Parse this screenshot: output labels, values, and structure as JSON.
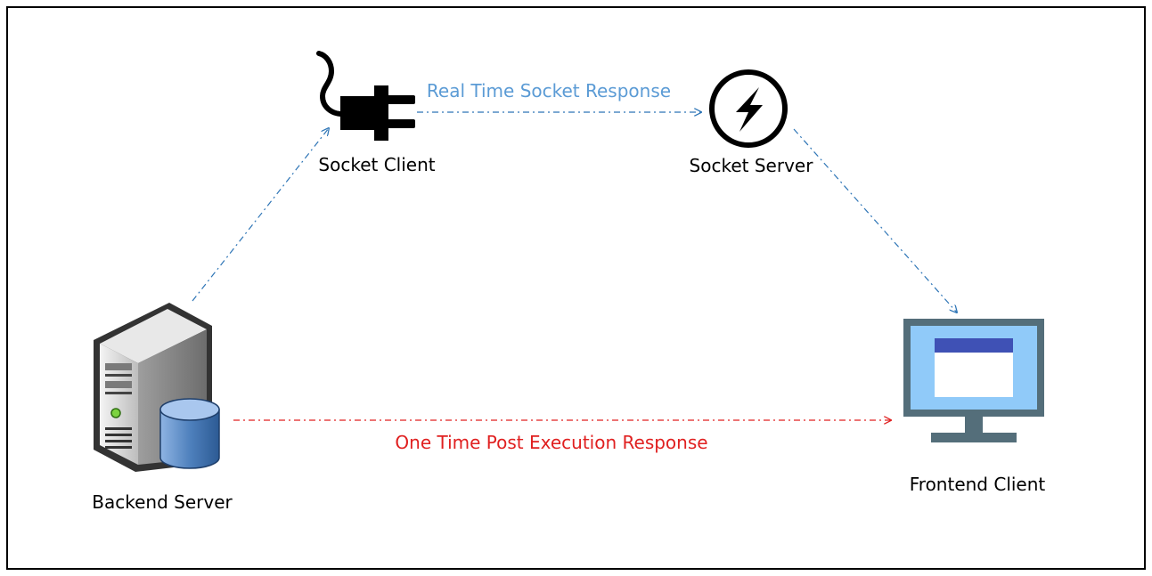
{
  "nodes": {
    "socket_client": {
      "label": "Socket Client",
      "icon": "plug-icon"
    },
    "socket_server": {
      "label": "Socket Server",
      "icon": "socket-io-icon"
    },
    "backend_server": {
      "label": "Backend Server",
      "icon": "server-database-icon"
    },
    "frontend_client": {
      "label": "Frontend Client",
      "icon": "monitor-icon"
    }
  },
  "edges": {
    "backend_to_socket_client": {
      "from": "Backend Server",
      "to": "Socket Client",
      "style": "dash-dot",
      "color": "#2e75b6"
    },
    "socket_client_to_server": {
      "label": "Real Time Socket Response",
      "from": "Socket Client",
      "to": "Socket Server",
      "style": "dash-dot",
      "color": "#2e75b6",
      "label_color": "#5b9bd5"
    },
    "socket_server_to_frontend": {
      "from": "Socket Server",
      "to": "Frontend Client",
      "style": "dash-dot",
      "color": "#2e75b6"
    },
    "backend_to_frontend": {
      "label": "One Time Post Execution Response",
      "from": "Backend Server",
      "to": "Frontend Client",
      "style": "dash-dot",
      "color": "#e02020",
      "label_color": "#e02020"
    }
  },
  "colors": {
    "border": "#000000",
    "blue_edge": "#2e75b6",
    "red_edge": "#e02020",
    "monitor_frame": "#546e7a",
    "monitor_screen": "#90caf9",
    "window_bar": "#3f51b5"
  }
}
